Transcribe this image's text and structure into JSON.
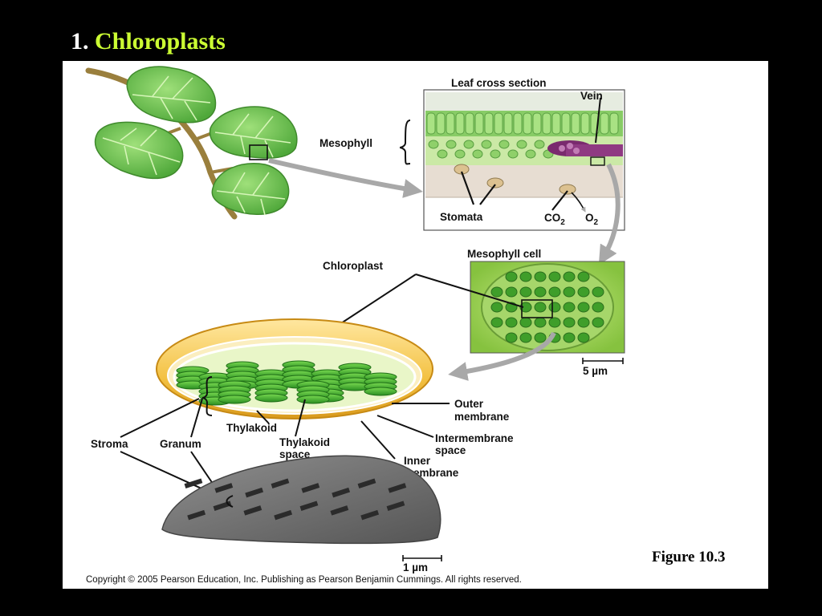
{
  "slide": {
    "number": "1.",
    "title": "Chloroplasts"
  },
  "figure": {
    "labels": {
      "leaf_cross_section": "Leaf cross section",
      "vein": "Vein",
      "mesophyll": "Mesophyll",
      "stomata": "Stomata",
      "co2": "CO",
      "co2_sub": "2",
      "o2": "O",
      "o2_sub": "2",
      "mesophyll_cell": "Mesophyll cell",
      "chloroplast": "Chloroplast",
      "scale_5um": "5 µm",
      "outer_membrane_1": "Outer",
      "outer_membrane_2": "membrane",
      "intermembrane_1": "Intermembrane",
      "intermembrane_2": "space",
      "inner_membrane_1": "Inner",
      "inner_membrane_2": "membrane",
      "thylakoid": "Thylakoid",
      "thylakoid_space_1": "Thylakoid",
      "thylakoid_space_2": "space",
      "stroma": "Stroma",
      "granum": "Granum",
      "scale_1um": "1 µm"
    },
    "figure_number": "Figure 10.3",
    "copyright": "Copyright © 2005 Pearson Education, Inc. Publishing as Pearson Benjamin Cummings. All rights reserved."
  },
  "colors": {
    "background": "#000000",
    "title_number": "#ffffff",
    "title_accent": "#ccff33",
    "leaf_green": "#6cc24a",
    "chloroplast_envelope": "#f2c84b",
    "arrow_gray": "#a8a8a8",
    "vein_purple": "#7a2a6e"
  }
}
